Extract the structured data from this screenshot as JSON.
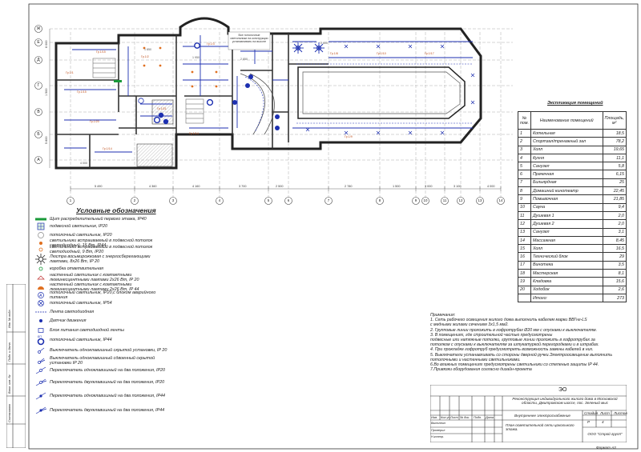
{
  "axes_letters": [
    "Ж",
    "Е",
    "Д",
    "Г",
    "В",
    "Б",
    "А"
  ],
  "axes_numbers": [
    "1",
    "2",
    "3",
    "4",
    "5",
    "6",
    "7",
    "8",
    "9",
    "10",
    "11",
    "12",
    "13",
    "14"
  ],
  "dimensions": [
    "5 490",
    "4 360",
    "4 160",
    "3 700",
    "2 500",
    "2 780",
    "1 500",
    "3 000",
    "3 100",
    "4 000",
    "4 000",
    "1 850",
    "1 950",
    "2 850",
    "2 600",
    "6 000",
    "1 500",
    "5 800"
  ],
  "plan_note": "Все потолочные светильники на конструкции устанавливать на высоте",
  "legend": {
    "title": "Условные обозначения",
    "items": [
      {
        "icon": "panel-icon",
        "text": "Щит распределительный первого этажа, IP40"
      },
      {
        "icon": "recessed-grid-icon",
        "text": "подвесной светильник, IP20"
      },
      {
        "icon": "ceiling-light-icon",
        "text": "потолочный светильник, IP20"
      },
      {
        "icon": "spot-dot-icon",
        "text": "светильники встраиваемый в подвесной потолок светодиодный, 15 Вт, IP44"
      },
      {
        "icon": "spot-ring-icon",
        "text": "светильники встраиваемый в подвесной потолок светодиодный, 9 Вт, IP20"
      },
      {
        "icon": "chandelier-icon",
        "text": "Люстра восьмирожковая с энергосберегающими лампами, 8x26 Вт, IP 20"
      },
      {
        "icon": "junction-box-icon",
        "text": "коробка ответвительная"
      },
      {
        "icon": "wall-light-icon",
        "text": "настенный светильник с компактными люминесцентными лампами 2x26 Вт, IP 20"
      },
      {
        "icon": "wall-light-half-icon",
        "text": "настенный светильник с компактными люминесцентными лампами 2x26 Вт, IP 44"
      },
      {
        "icon": "emergency-light-icon",
        "text": "потолочный светильник, IP20,с блоком аварийного питания"
      },
      {
        "icon": "cross-light-icon",
        "text": "потолочный светильник, IP54"
      },
      {
        "icon": "led-strip-icon",
        "text": "Лента светодиодная"
      },
      {
        "icon": "motion-sensor-icon",
        "text": "Датчик движения"
      },
      {
        "icon": "led-power-icon",
        "text": "Блок питания светодиодной ленты"
      },
      {
        "icon": "ceiling-ip44-icon",
        "text": "потолочный светильник, IP44"
      },
      {
        "icon": "switch-1-icon",
        "text": "Выключатель одноклавишный скрытой установки, IP 20"
      },
      {
        "icon": "switch-2-icon",
        "text": "Выключатель одноклавишный сдвоенный скрытой установки IP 20"
      },
      {
        "icon": "pass-switch-1-icon",
        "text": "Переключатель одноклавишный на два положения, IP20"
      },
      {
        "icon": "pass-switch-2-icon",
        "text": "Переключатель двухклавишный на два положения, IP20"
      },
      {
        "icon": "pass-switch-3-icon",
        "text": "Переключатель одноклавишный на два положения, IP44"
      },
      {
        "icon": "pass-switch-4-icon",
        "text": "Переключатель двухклавишный на два положения, IP44"
      }
    ],
    "colors": {
      "blue": "#1c2fb0",
      "orange": "#e07020",
      "green": "#1a9a3a",
      "red": "#c03030"
    }
  },
  "explication": {
    "title": "Экспликация помещений",
    "headers": [
      "№ пом.",
      "Наименование помещений",
      "Площадь, м²"
    ],
    "rows": [
      [
        "1",
        "Котельная",
        "18,5"
      ],
      [
        "2",
        "Спортзал/тренажный зал",
        "78,2"
      ],
      [
        "3",
        "Холл",
        "19,65"
      ],
      [
        "4",
        "Кухня",
        "11,1"
      ],
      [
        "5",
        "Санузел",
        "5,8"
      ],
      [
        "6",
        "Прачечная",
        "6,15"
      ],
      [
        "7",
        "Бильярдная",
        "25"
      ],
      [
        "8",
        "Домашний кинотеатр",
        "22,45"
      ],
      [
        "9",
        "Помывочная",
        "21,85"
      ],
      [
        "10",
        "Сауна",
        "9,4"
      ],
      [
        "11",
        "Душевая 1",
        "2,0"
      ],
      [
        "12",
        "Душевая 2",
        "2,0"
      ],
      [
        "13",
        "Санузел",
        "3,1"
      ],
      [
        "14",
        "Массажная",
        "8,45"
      ],
      [
        "15",
        "Холл",
        "16,5"
      ],
      [
        "16",
        "Технический блок",
        "29"
      ],
      [
        "17",
        "Винотека",
        "3,5"
      ],
      [
        "18",
        "Мастерская",
        "8,1"
      ],
      [
        "19",
        "Кладовка",
        "15,6"
      ],
      [
        "20",
        "Ходобок",
        "2,6"
      ],
      [
        "",
        "Итого:",
        "273"
      ]
    ]
  },
  "notes": {
    "title": "Примечания:",
    "lines": [
      "1. Сеть рабочего освещения жилого дома выполнить кабелем марки ВВГнг-LS",
      "   с медными жилами сечением 3х1,5 мм2.",
      "2. Групповые линии проложить в гофротрубах Ø20 мм с опусками к выключателям.",
      "3. В помещениях, где строительной частью предусмотрены",
      "подвесные или натяжные потолки, групповые линии проложить в гофротрубах за",
      "потолком с опусками к выключателям за штукатуркой перегородками и в штрабах.",
      "4. При прокладке гофротруб предусмотреть возможность замены кабелей в них.",
      "5. Выключатели устанавливать со стороны дверной ручки.Электроосвещение выполнить",
      "потолочными и настенными светильниками.",
      "6.Во влажных помещениях предусмотрены светильники со           степенью защиты IP 44.",
      "7.Привязки оборудования согласно дизайн-проекта"
    ]
  },
  "title_block": {
    "code": "ЭО",
    "project": "Реконструкция индивидуального жилого дома в Московской области, Дмитровском шоссе, пос. Зеленый мыс",
    "section": "Внутреннее электроснабжение",
    "sheet_title": "План осветительной сети цокольного этажа.",
    "stage_label": "Стадия",
    "sheet_label": "Лист",
    "sheets_label": "Листов",
    "stage": "Р",
    "sheet": "4",
    "company": "ООО \"Строй групп\"",
    "col_headers": [
      "Изм.",
      "Кол.уч",
      "Лист",
      "№ док.",
      "Подп.",
      "Дата"
    ],
    "roles": [
      "Выполнил",
      "Проверил",
      "Н.контр."
    ],
    "format": "Формат А3"
  },
  "side_stamp": [
    "Инв. № подл.",
    "Подп. и дата",
    "Взам. инв. №",
    "Согласовано"
  ]
}
